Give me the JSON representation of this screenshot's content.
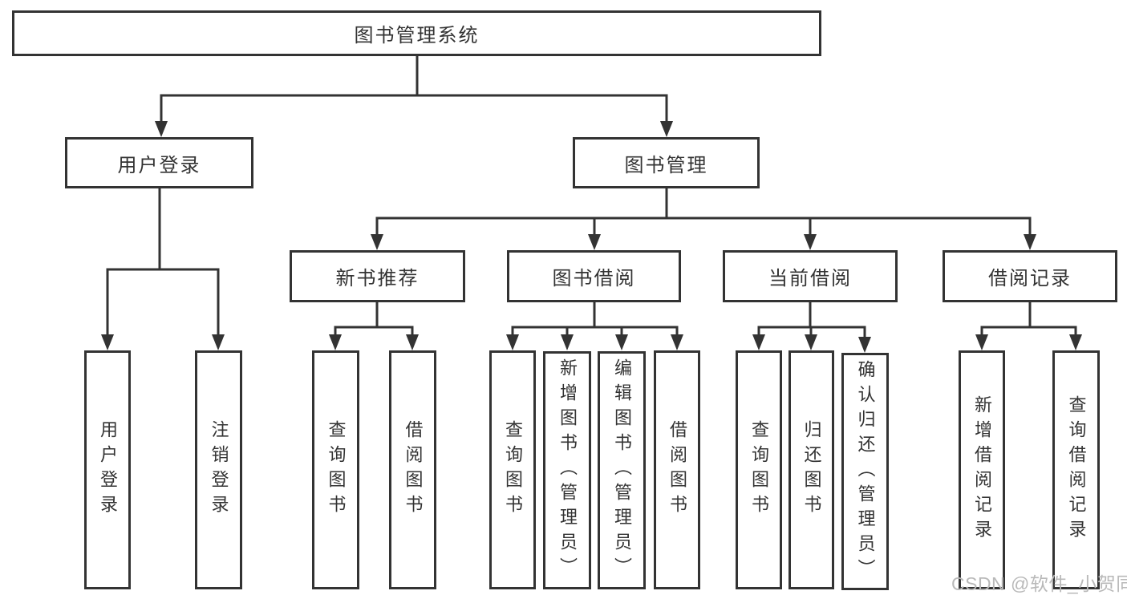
{
  "diagram": {
    "root": {
      "label": "图书管理系统"
    },
    "branches": [
      {
        "label": "用户登录",
        "children": [
          {
            "label": "用户登录"
          },
          {
            "label": "注销登录"
          }
        ]
      },
      {
        "label": "图书管理",
        "groups": [
          {
            "label": "新书推荐",
            "children": [
              {
                "label": "查询图书"
              },
              {
                "label": "借阅图书"
              }
            ]
          },
          {
            "label": "图书借阅",
            "children": [
              {
                "label": "查询图书"
              },
              {
                "label": "新增图书（管理员）"
              },
              {
                "label": "编辑图书（管理员）"
              },
              {
                "label": "借阅图书"
              }
            ]
          },
          {
            "label": "当前借阅",
            "children": [
              {
                "label": "查询图书"
              },
              {
                "label": "归还图书"
              },
              {
                "label": "确认归还（管理员）"
              }
            ]
          },
          {
            "label": "借阅记录",
            "children": [
              {
                "label": "新增借阅记录"
              },
              {
                "label": "查询借阅记录"
              }
            ]
          }
        ]
      }
    ]
  },
  "watermark": {
    "text": "CSDN @软件_小贺同学"
  },
  "colors": {
    "line": "#333333",
    "box_background": "#ffffff",
    "text": "#333333",
    "watermark": "#b9b9b9"
  }
}
